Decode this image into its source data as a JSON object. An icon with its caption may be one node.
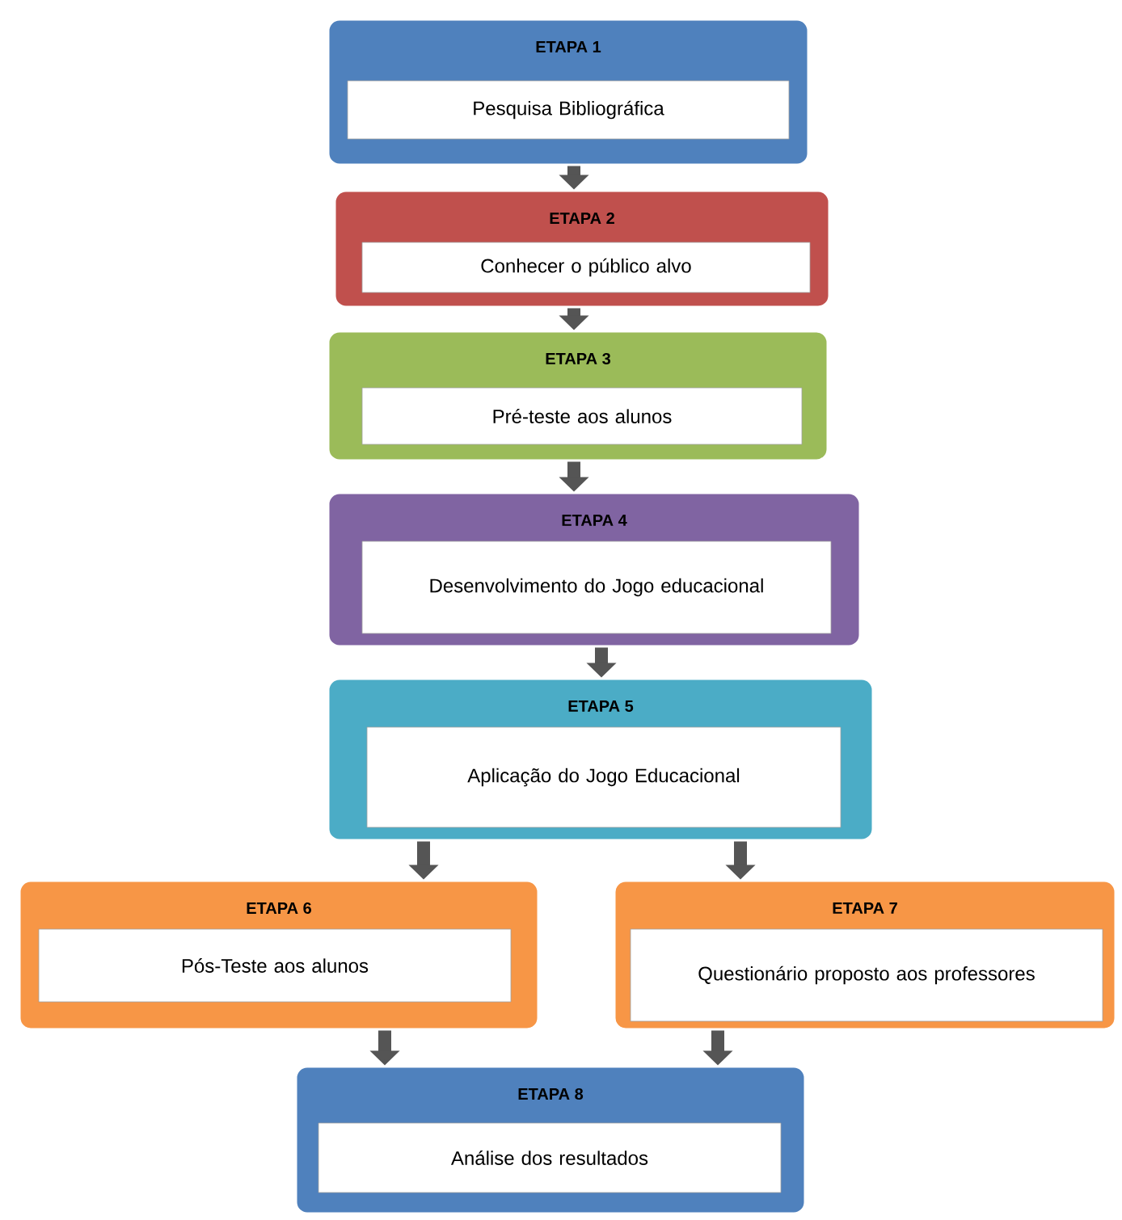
{
  "diagram": {
    "nodes": [
      {
        "text": [
          "ETAPA 1"
        ]
      },
      {
        "text": [
          "Pesquisa Bibliográfica"
        ],
        "in": 0
      },
      {
        "text": [
          "ETAPA 2"
        ]
      },
      {
        "text": [
          "Conhecer o público alvo"
        ],
        "in": 2
      },
      {
        "text": [
          "ETAPA 3"
        ]
      },
      {
        "text": [
          "Pré-teste aos alunos"
        ],
        "in": 4
      },
      {
        "text": [
          "ETAPA 4"
        ]
      },
      {
        "text": [
          "Desenvolvimento do Jogo educacional"
        ],
        "in": 6
      },
      {
        "text": [
          "ETAPA 5"
        ]
      },
      {
        "text": [
          "Aplicação do Jogo Educacional"
        ],
        "in": 8
      },
      {
        "text": [
          "ETAPA 6"
        ]
      },
      {
        "text": [
          "Pós-Teste aos alunos"
        ],
        "in": 10
      },
      {
        "text": [
          "ETAPA 7"
        ]
      },
      {
        "text": [
          "Questionário proposto aos professores"
        ],
        "in": 12
      },
      {
        "text": [
          "ETAPA 8"
        ]
      },
      {
        "text": [
          "Análise dos resultados"
        ],
        "in": 14
      }
    ],
    "edges": [
      {
        "from": 0,
        "to": 2,
        "arrow": "to"
      },
      {
        "from": 2,
        "to": 4,
        "arrow": "to"
      },
      {
        "from": 4,
        "to": 6,
        "arrow": "to"
      },
      {
        "from": 6,
        "to": 8,
        "arrow": "to"
      },
      {
        "from": 8,
        "to": 10,
        "arrow": "to"
      },
      {
        "from": 8,
        "to": 12,
        "arrow": "to"
      },
      {
        "from": 10,
        "to": 14,
        "arrow": "to"
      },
      {
        "from": 12,
        "to": 14,
        "arrow": "to"
      }
    ]
  }
}
